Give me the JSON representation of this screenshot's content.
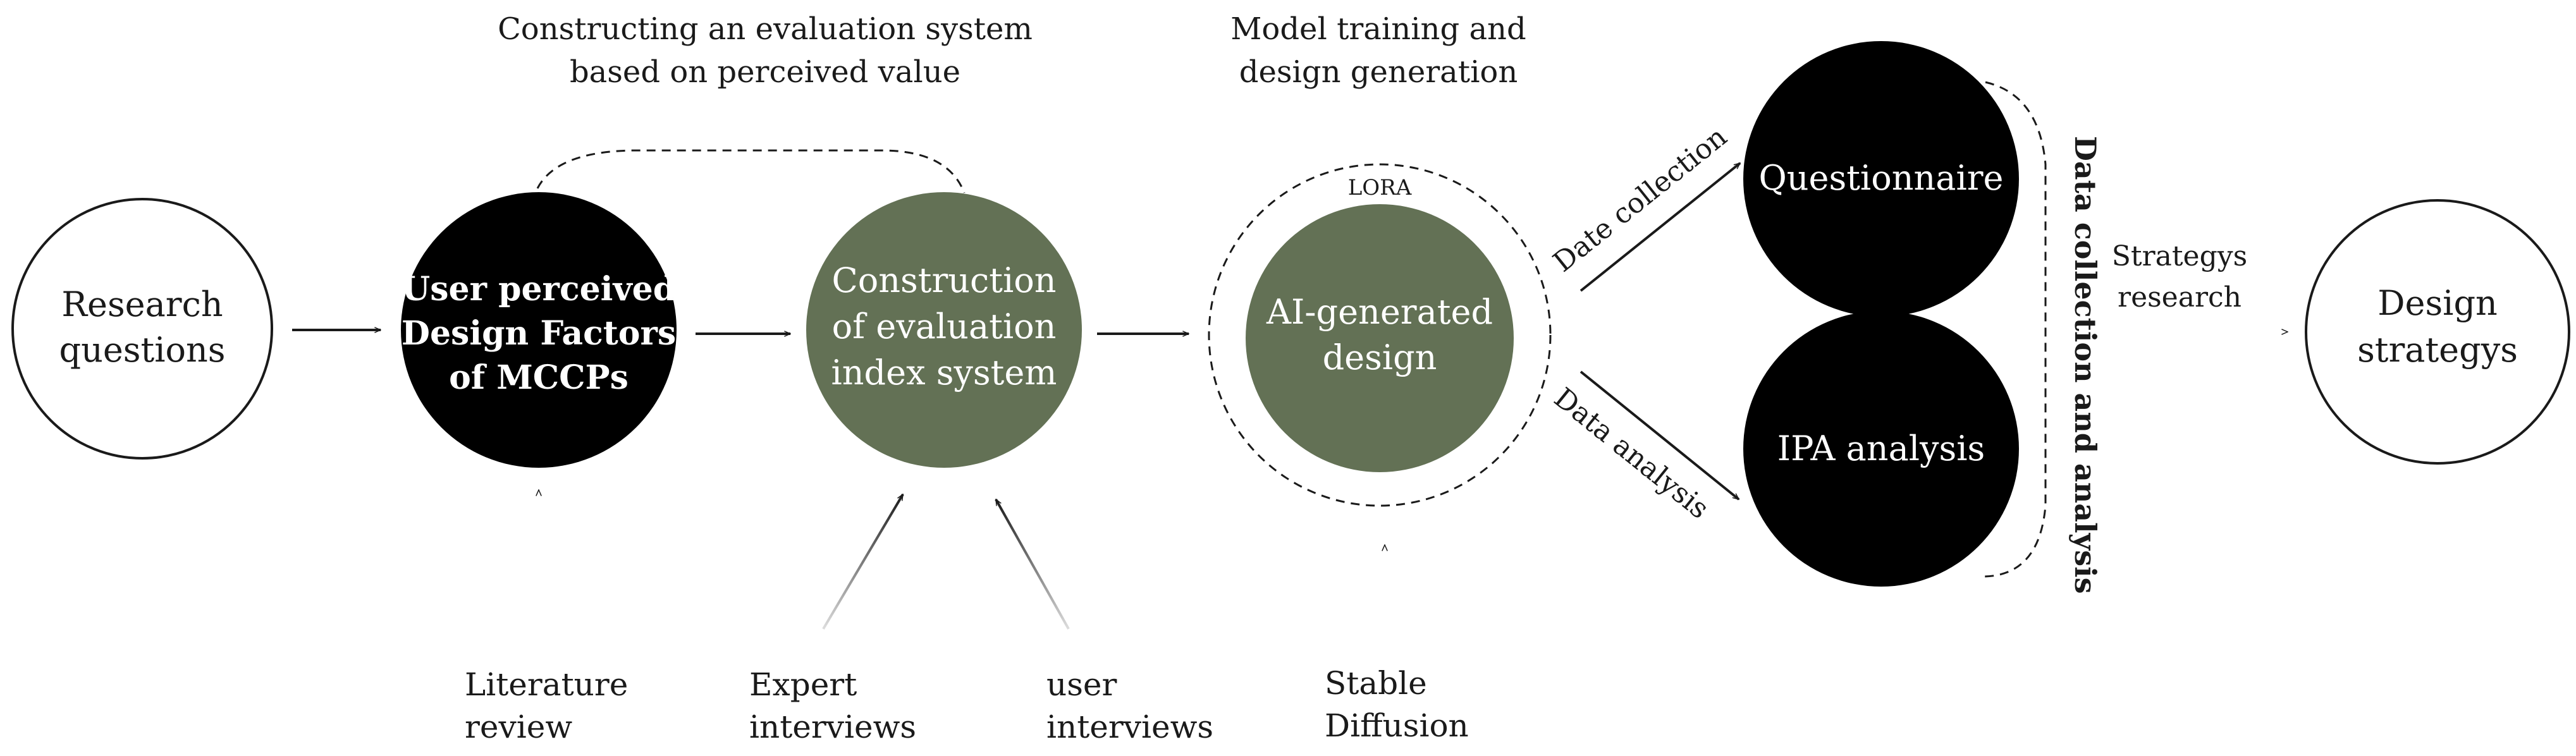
{
  "colors": {
    "black_node": "#000000",
    "green_node": "#637155",
    "outline": "#1a1a1a",
    "background": "#ffffff"
  },
  "headings": {
    "stage1": [
      "Constructing an evaluation system",
      "based on perceived value"
    ],
    "stage2": [
      "Model training and",
      "design generation"
    ]
  },
  "nodes": {
    "research_questions": [
      "Research",
      "questions"
    ],
    "user_perceived": [
      "User perceived",
      "Design Factors",
      "of MCCPs"
    ],
    "construction": [
      "Construction",
      "of evaluation",
      "index system"
    ],
    "lora": "LORA",
    "ai_generated": [
      "AI-generated",
      "design"
    ],
    "questionnaire": "Questionnaire",
    "ipa_analysis": "IPA analysis",
    "design_strategys": [
      "Design",
      "strategys"
    ]
  },
  "inputs": {
    "literature_review": [
      "Literature",
      "review"
    ],
    "expert_interviews": [
      "Expert",
      "interviews"
    ],
    "user_interviews": [
      "user",
      "interviews"
    ],
    "stable_diffusion": [
      "Stable",
      "Diffusion"
    ]
  },
  "edge_labels": {
    "date_collection": "Date collection",
    "data_analysis": "Data analysis",
    "strategys_research": [
      "Strategys",
      "research"
    ],
    "data_collection_and_analysis": "Data collection and analysis"
  }
}
